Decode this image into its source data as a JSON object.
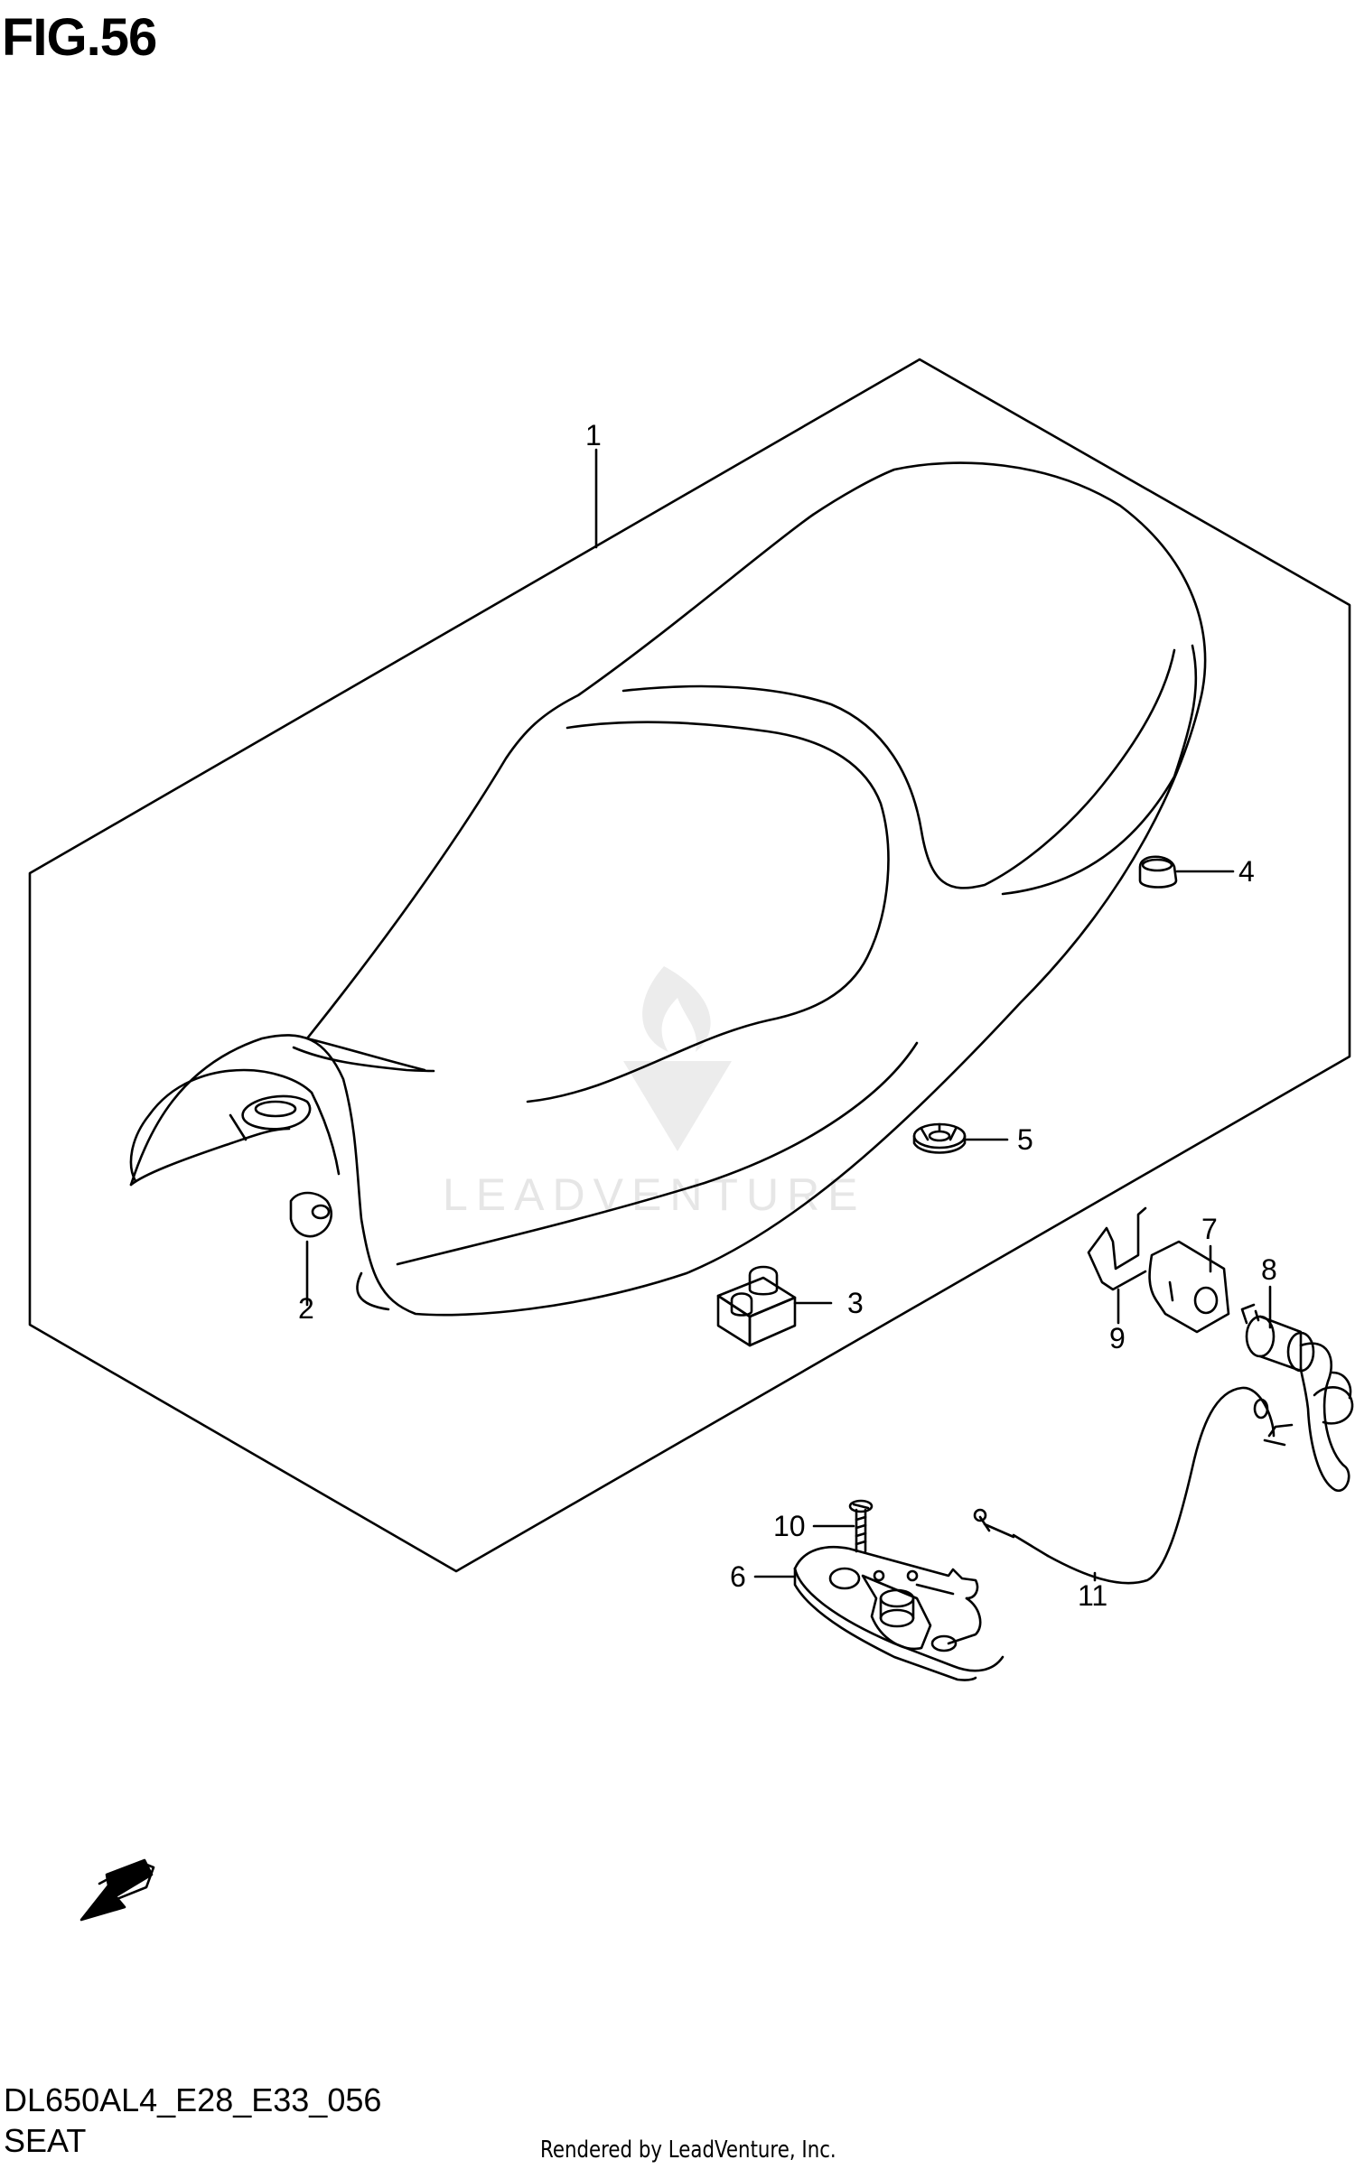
{
  "figure": {
    "title": "FIG.56"
  },
  "watermark": {
    "brand": "LEADVENTURE",
    "icon": "leadventure-flame-logo"
  },
  "callouts": [
    {
      "id": "c1",
      "number": "1",
      "part": "seat-assembly"
    },
    {
      "id": "c2",
      "number": "2",
      "part": "cushion-rubber"
    },
    {
      "id": "c3",
      "number": "3",
      "part": "seat-bracket"
    },
    {
      "id": "c4",
      "number": "4",
      "part": "cushion-rubber"
    },
    {
      "id": "c5",
      "number": "5",
      "part": "grommet"
    },
    {
      "id": "c6",
      "number": "6",
      "part": "seat-lock-assembly"
    },
    {
      "id": "c7",
      "number": "7",
      "part": "lock-bracket"
    },
    {
      "id": "c8",
      "number": "8",
      "part": "seat-lock-key-cylinder"
    },
    {
      "id": "c9",
      "number": "9",
      "part": "clip"
    },
    {
      "id": "c10",
      "number": "10",
      "part": "screw"
    },
    {
      "id": "c11",
      "number": "11",
      "part": "lock-cable"
    }
  ],
  "fwd_arrow": {
    "label": "FWD"
  },
  "footer": {
    "model_code": "DL650AL4_E28_E33_056",
    "figure_name": "SEAT",
    "credit": "Rendered by LeadVenture, Inc."
  },
  "colors": {
    "line": "#000000",
    "background": "#ffffff",
    "watermark": "#e6e6e6"
  }
}
